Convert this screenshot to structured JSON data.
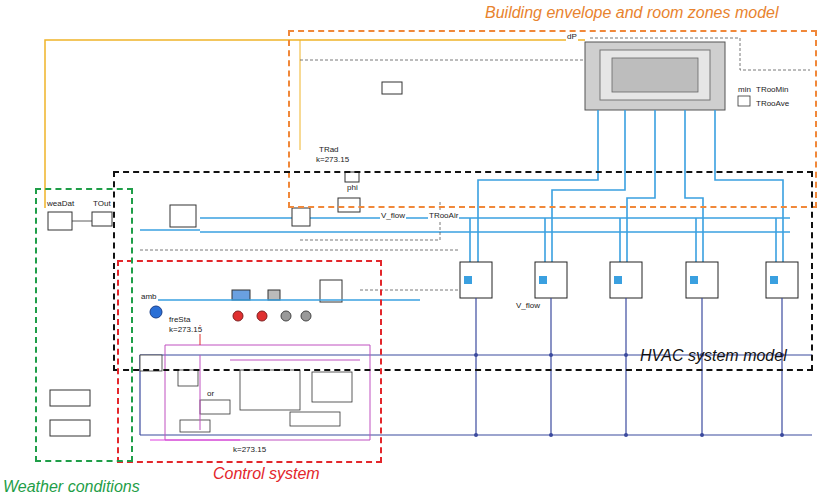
{
  "diagram": {
    "nodes": [
      {
        "text": [
          "Building envelope and room zones model"
        ]
      },
      {
        "text": [
          "HVAC system model"
        ]
      },
      {
        "text": [
          "Control system"
        ]
      },
      {
        "text": [
          "Weather conditions"
        ]
      }
    ],
    "labels": [
      "dP",
      "min",
      "TRooMin",
      "TRooAve",
      "TRad",
      "k=273.15",
      "phi",
      "V_flow",
      "TRooAir",
      "V_flow",
      "weaDat",
      "TOut",
      "amb",
      "freSta",
      "k=273.15",
      "or",
      "k=273.15"
    ]
  }
}
